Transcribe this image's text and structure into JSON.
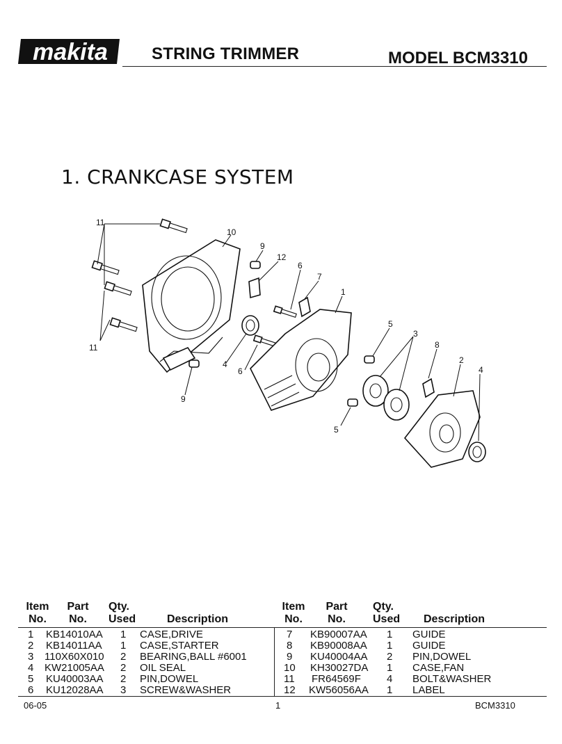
{
  "header": {
    "brand": "makita",
    "title": "STRING TRIMMER",
    "model": "MODEL BCM3310"
  },
  "section_title": "1. CRANKCASE SYSTEM",
  "diagram_callouts": [
    "11",
    "10",
    "9",
    "12",
    "6",
    "7",
    "1",
    "11",
    "4",
    "6",
    "5",
    "3",
    "8",
    "2",
    "4",
    "9",
    "5"
  ],
  "table": {
    "headers": {
      "item_1": "Item",
      "item_2": "No.",
      "part_1": "Part",
      "part_2": "No.",
      "qty_1": "Qty.",
      "qty_2": "Used",
      "description": "Description"
    },
    "left": [
      {
        "item": "1",
        "part": "KB14010AA",
        "qty": "1",
        "desc": "CASE,DRIVE"
      },
      {
        "item": "2",
        "part": "KB14011AA",
        "qty": "1",
        "desc": "CASE,STARTER"
      },
      {
        "item": "3",
        "part": "110X60X010",
        "qty": "2",
        "desc": "BEARING,BALL #6001"
      },
      {
        "item": "4",
        "part": "KW21005AA",
        "qty": "2",
        "desc": "OIL SEAL"
      },
      {
        "item": "5",
        "part": "KU40003AA",
        "qty": "2",
        "desc": "PIN,DOWEL"
      },
      {
        "item": "6",
        "part": "KU12028AA",
        "qty": "3",
        "desc": "SCREW&WASHER"
      }
    ],
    "right": [
      {
        "item": "7",
        "part": "KB90007AA",
        "qty": "1",
        "desc": "GUIDE"
      },
      {
        "item": "8",
        "part": "KB90008AA",
        "qty": "1",
        "desc": "GUIDE"
      },
      {
        "item": "9",
        "part": "KU40004AA",
        "qty": "2",
        "desc": "PIN,DOWEL"
      },
      {
        "item": "10",
        "part": "KH30027DA",
        "qty": "1",
        "desc": "CASE,FAN"
      },
      {
        "item": "11",
        "part": "FR64569F",
        "qty": "4",
        "desc": "BOLT&WASHER"
      },
      {
        "item": "12",
        "part": "KW56056AA",
        "qty": "1",
        "desc": "LABEL"
      }
    ]
  },
  "footer": {
    "date": "06-05",
    "page": "1",
    "model_code": "BCM3310"
  }
}
